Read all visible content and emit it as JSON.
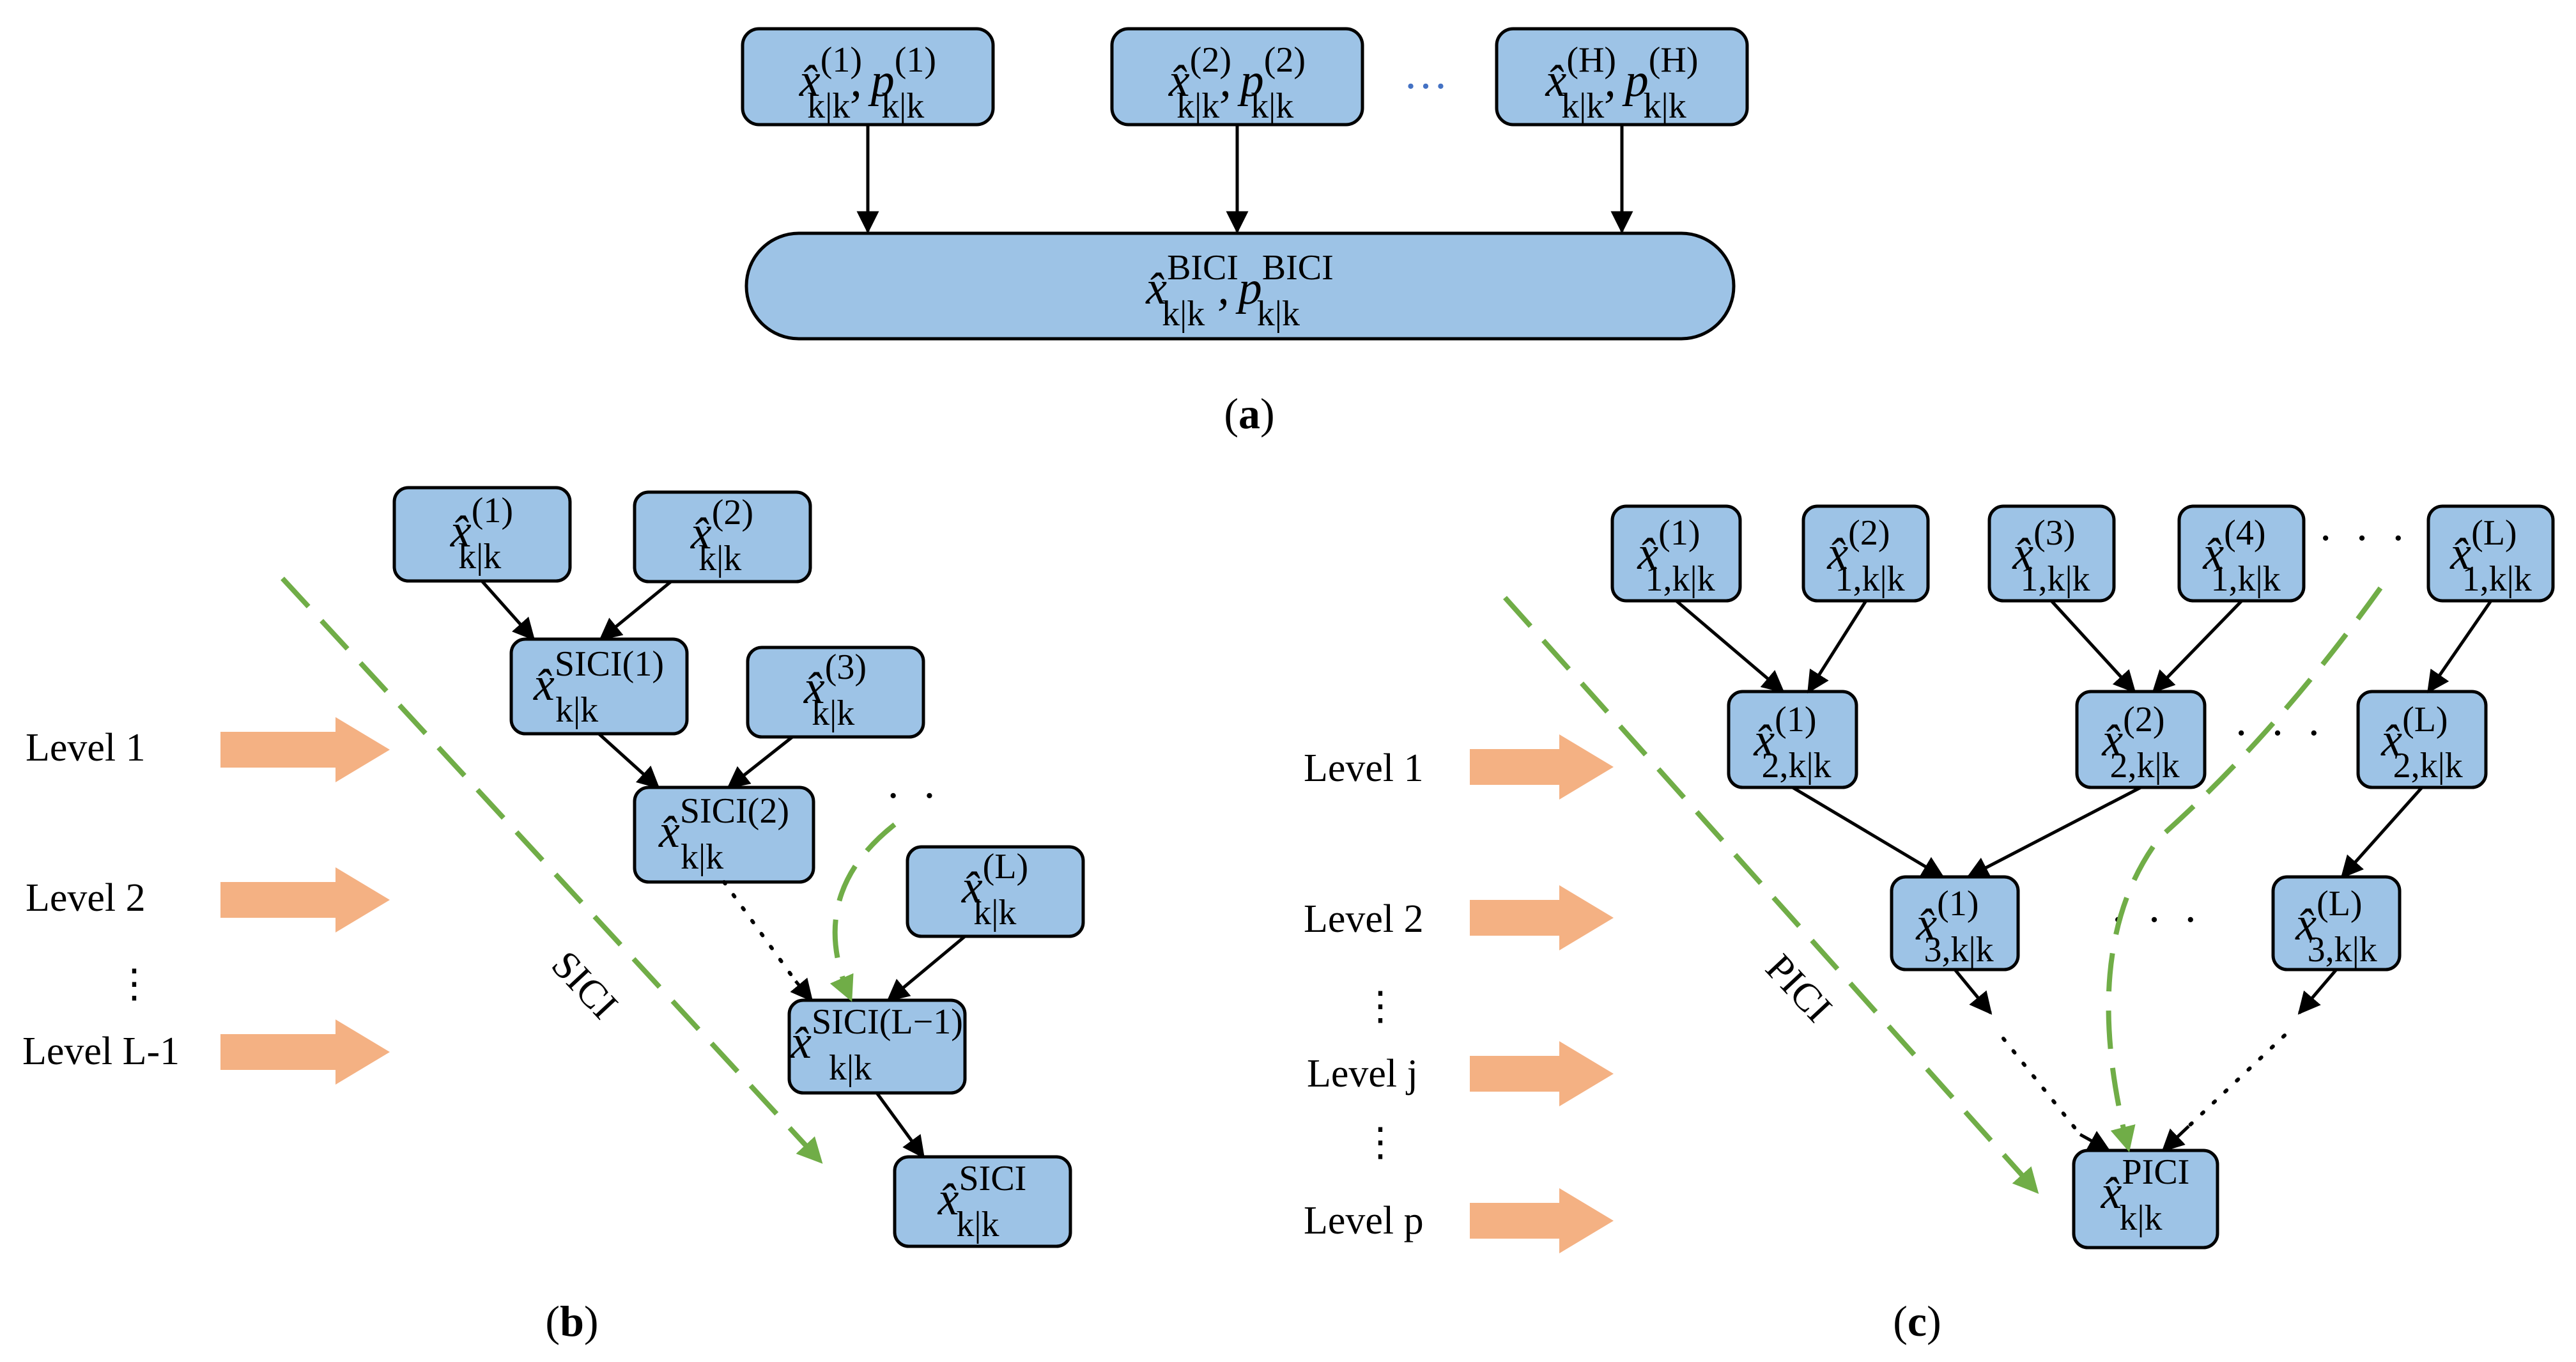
{
  "panels": {
    "a": {
      "caption_open": "(",
      "caption_letter": "a",
      "caption_close": ")",
      "nodes": [
        {
          "sup1": "(1)",
          "sub": "k|k",
          "sup2": "(1)"
        },
        {
          "sup1": "(2)",
          "sub": "k|k",
          "sup2": "(2)"
        },
        {
          "sup1": "(H)",
          "sub": "k|k",
          "sup2": "(H)"
        }
      ],
      "ellipsis": "…",
      "fusion": {
        "sup1": "BICI",
        "sub": "k|k",
        "sup2": "BICI"
      }
    },
    "b": {
      "caption_open": "(",
      "caption_letter": "b",
      "caption_close": ")",
      "levels": [
        "Level 1",
        "Level 2",
        "Level L-1"
      ],
      "method": "SICI",
      "nodes": {
        "x1": {
          "sup": "(1)",
          "sub": "k|k"
        },
        "x2": {
          "sup": "(2)",
          "sub": "k|k"
        },
        "x3": {
          "sup": "(3)",
          "sub": "k|k"
        },
        "xL": {
          "sup": "(L)",
          "sub": "k|k"
        },
        "s1": {
          "sup": "SICI(1)",
          "sub": "k|k"
        },
        "s2": {
          "sup": "SICI(2)",
          "sub": "k|k"
        },
        "sL": {
          "sup": "SICI(L−1)",
          "sub": "k|k"
        },
        "final": {
          "sup": "SICI",
          "sub": "k|k"
        }
      }
    },
    "c": {
      "caption_open": "(",
      "caption_letter": "c",
      "caption_close": ")",
      "levels": [
        "Level 1",
        "Level 2",
        "Level j",
        "Level p"
      ],
      "method": "PICI",
      "row1": [
        {
          "sup": "(1)",
          "sub": "1,k|k"
        },
        {
          "sup": "(2)",
          "sub": "1,k|k"
        },
        {
          "sup": "(3)",
          "sub": "1,k|k"
        },
        {
          "sup": "(4)",
          "sub": "1,k|k"
        },
        {
          "sup": "(L)",
          "sub": "1,k|k"
        }
      ],
      "row2": [
        {
          "sup": "(1)",
          "sub": "2,k|k"
        },
        {
          "sup": "(2)",
          "sub": "2,k|k"
        },
        {
          "sup": "(L)",
          "sub": "2,k|k"
        }
      ],
      "row3": [
        {
          "sup": "(1)",
          "sub": "3,k|k"
        },
        {
          "sup": "(L)",
          "sub": "3,k|k"
        }
      ],
      "final": {
        "sup": "PICI",
        "sub": "k|k"
      }
    }
  },
  "symbols": {
    "x": "x̂",
    "p": "p",
    "comma": ",",
    "vdots": "⋮",
    "dots": "· · ·",
    "dots_b": "· ·"
  },
  "colors": {
    "node_fill": "#9dc3e6",
    "arrow_fill": "#f4b183",
    "dash": "#70ad47",
    "ellipsis_a": "#4472c4"
  }
}
